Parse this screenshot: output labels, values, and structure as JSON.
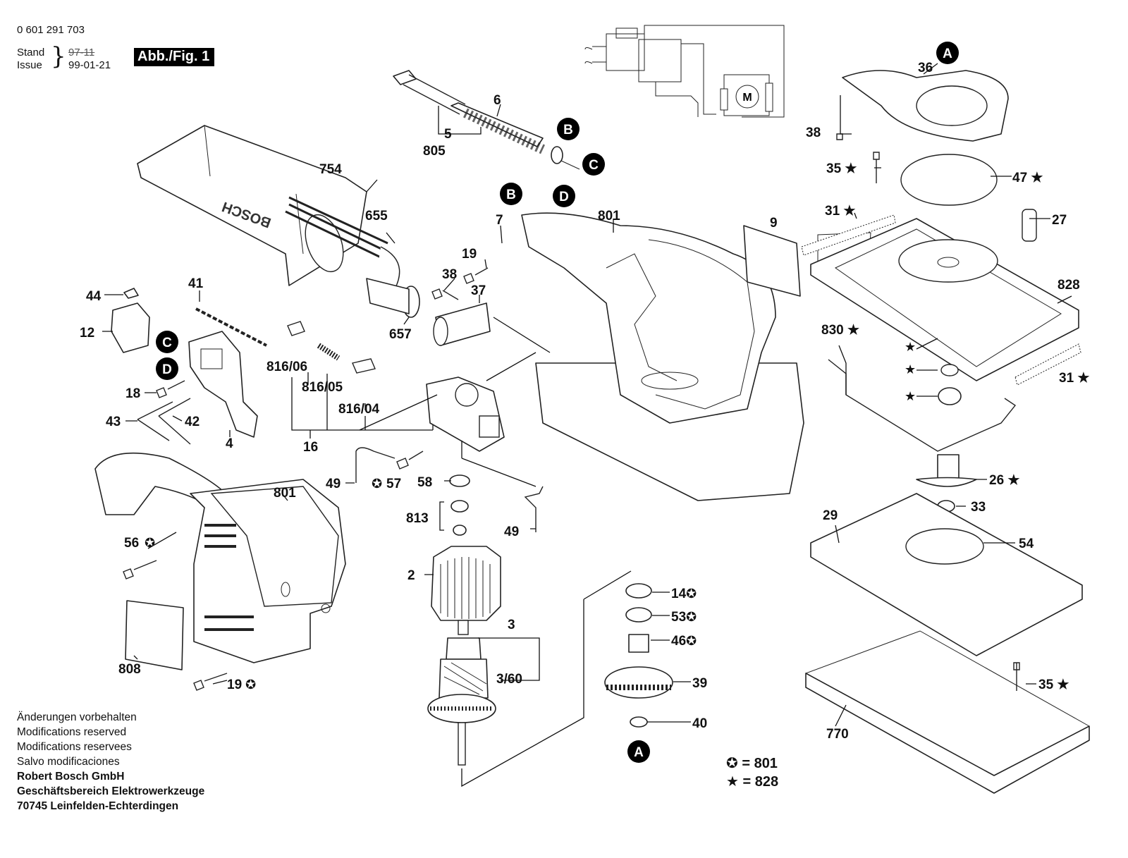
{
  "header": {
    "document_number": "0 601 291 703",
    "stand_label": "Stand",
    "issue_label": "Issue",
    "superseded_revision": "97-11",
    "issue_date": "99-01-21",
    "figure_label": "Abb./Fig. 1"
  },
  "footer": {
    "lines": [
      "Änderungen vorbehalten",
      "Modifications reserved",
      "Modifications reservees",
      "Salvo modificaciones"
    ],
    "company_lines": [
      "Robert Bosch GmbH",
      "Geschäftsbereich Elektrowerkzeuge",
      "70745 Leinfelden-Echterdingen"
    ]
  },
  "legend": [
    {
      "symbol": "✪",
      "text": "= 801"
    },
    {
      "symbol": "★",
      "text": "= 828"
    }
  ],
  "connectors": [
    "A",
    "B",
    "C",
    "D"
  ],
  "bag_brand": "BOSCH",
  "motor_symbol": "M",
  "part_labels": [
    "36",
    "38",
    "35 ★",
    "47 ★",
    "31 ★",
    "27",
    "828",
    "830 ★",
    "31 ★",
    "26 ★",
    "33",
    "29",
    "54",
    "35 ★",
    "770",
    "6",
    "5",
    "805",
    "754",
    "655",
    "657",
    "801",
    "9",
    "7",
    "19",
    "38",
    "37",
    "44",
    "41",
    "12",
    "18",
    "43",
    "42",
    "4",
    "816/06",
    "816/05",
    "816/04",
    "16",
    "49",
    "57",
    "58",
    "813",
    "49",
    "2",
    "3",
    "3/60",
    "801",
    "56",
    "808",
    "19",
    "14",
    "53",
    "46",
    "39",
    "40"
  ]
}
